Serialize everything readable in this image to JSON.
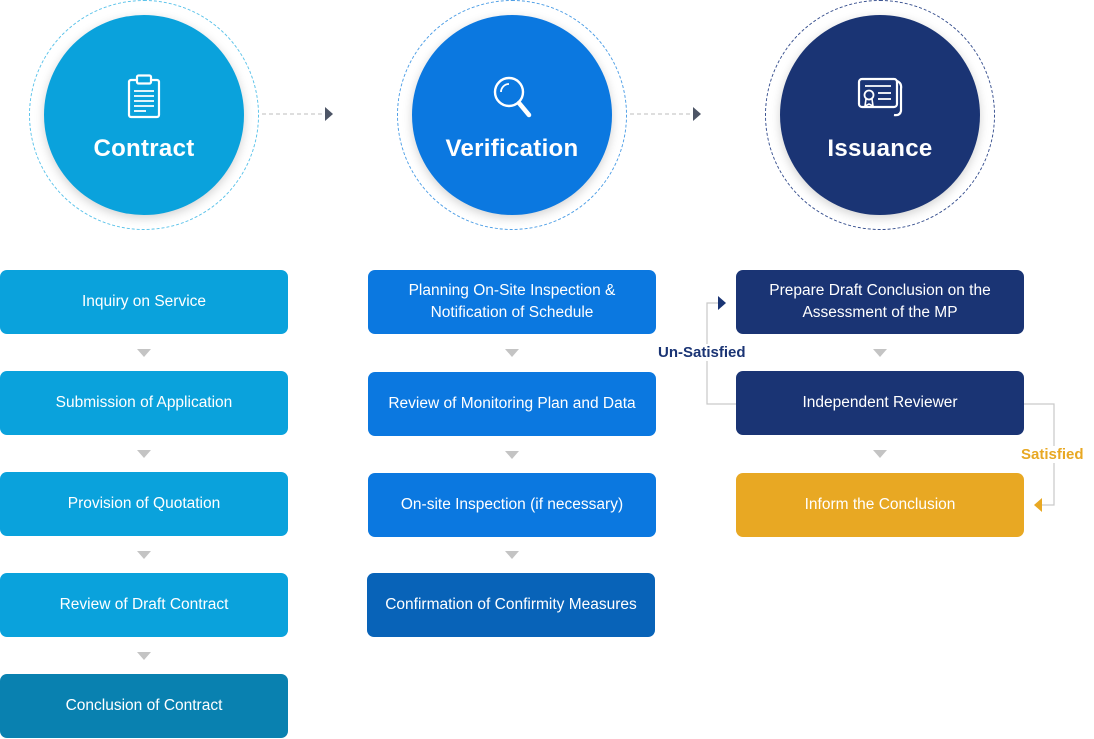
{
  "colors": {
    "contract": "#0aa2dc",
    "verification": "#0b78e0",
    "issuance": "#1a3474",
    "satisfied": "#e8a823",
    "connector": "#4d5566",
    "step_arrow": "#c4c4c4"
  },
  "stages": [
    {
      "title": "Contract",
      "icon": "clipboard-icon",
      "steps": [
        "Inquiry on Service",
        "Submission of Application",
        "Provision of Quotation",
        "Review of Draft Contract",
        "Conclusion of Contract"
      ]
    },
    {
      "title": "Verification",
      "icon": "magnifier-icon",
      "steps": [
        "Planning On-Site Inspection & Notification of Schedule",
        "Review of Monitoring Plan and Data",
        "On-site Inspection (if necessary)",
        "Confirmation of Confirmity Measures"
      ]
    },
    {
      "title": "Issuance",
      "icon": "certificate-icon",
      "steps": [
        "Prepare Draft Conclusion on the Assessment of the MP",
        "Independent Reviewer",
        "Inform the Conclusion"
      ]
    }
  ],
  "feedback": {
    "unsatisfied_label": "Un-Satisfied",
    "satisfied_label": "Satisfied"
  }
}
